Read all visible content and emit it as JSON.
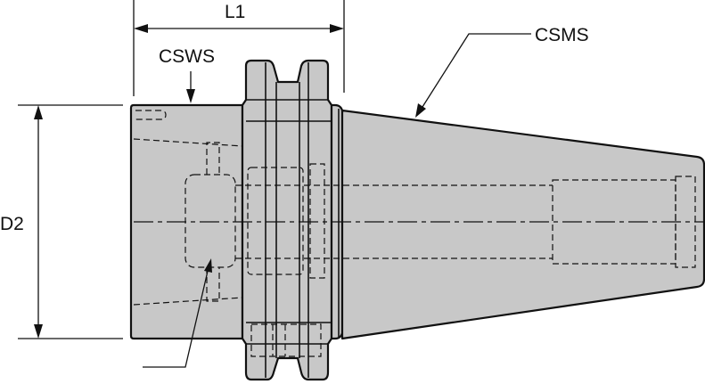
{
  "labels": {
    "l1": "L1",
    "csws": "CSWS",
    "csms": "CSMS",
    "d2": "D2"
  },
  "colors": {
    "body_fill": "#c8c8c8",
    "line": "#111111",
    "background": "#ffffff"
  }
}
